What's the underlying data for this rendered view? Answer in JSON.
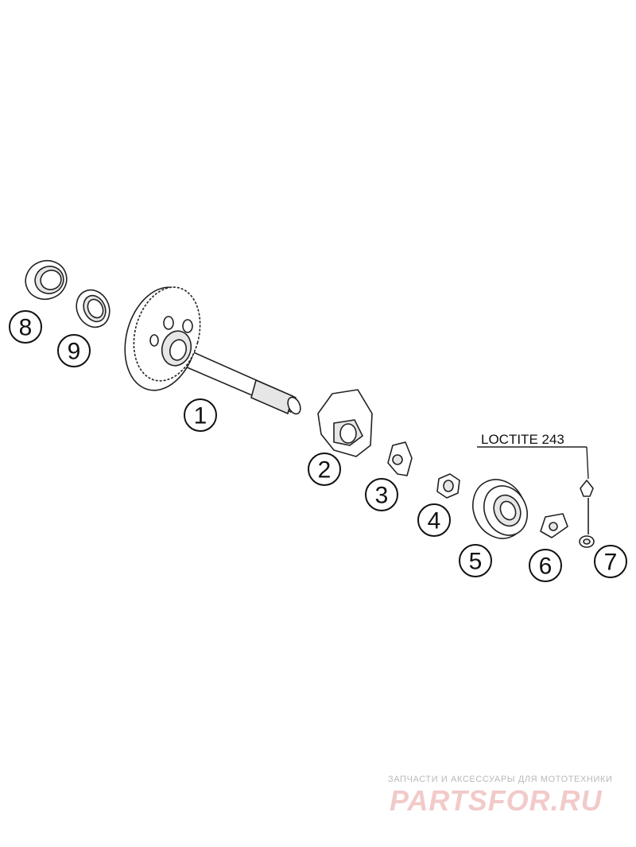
{
  "callouts": [
    {
      "id": "1",
      "label": "1"
    },
    {
      "id": "2",
      "label": "2"
    },
    {
      "id": "3",
      "label": "3"
    },
    {
      "id": "4",
      "label": "4"
    },
    {
      "id": "5",
      "label": "5"
    },
    {
      "id": "6",
      "label": "6"
    },
    {
      "id": "7",
      "label": "7"
    },
    {
      "id": "8",
      "label": "8"
    },
    {
      "id": "9",
      "label": "9"
    }
  ],
  "note": {
    "text": "LOCTITE 243"
  },
  "watermark": {
    "subtitle": "ЗАПЧАСТИ И АКСЕССУАРЫ ДЛЯ МОТОТЕХНИКИ",
    "brand": "PARTSFOR.RU"
  }
}
